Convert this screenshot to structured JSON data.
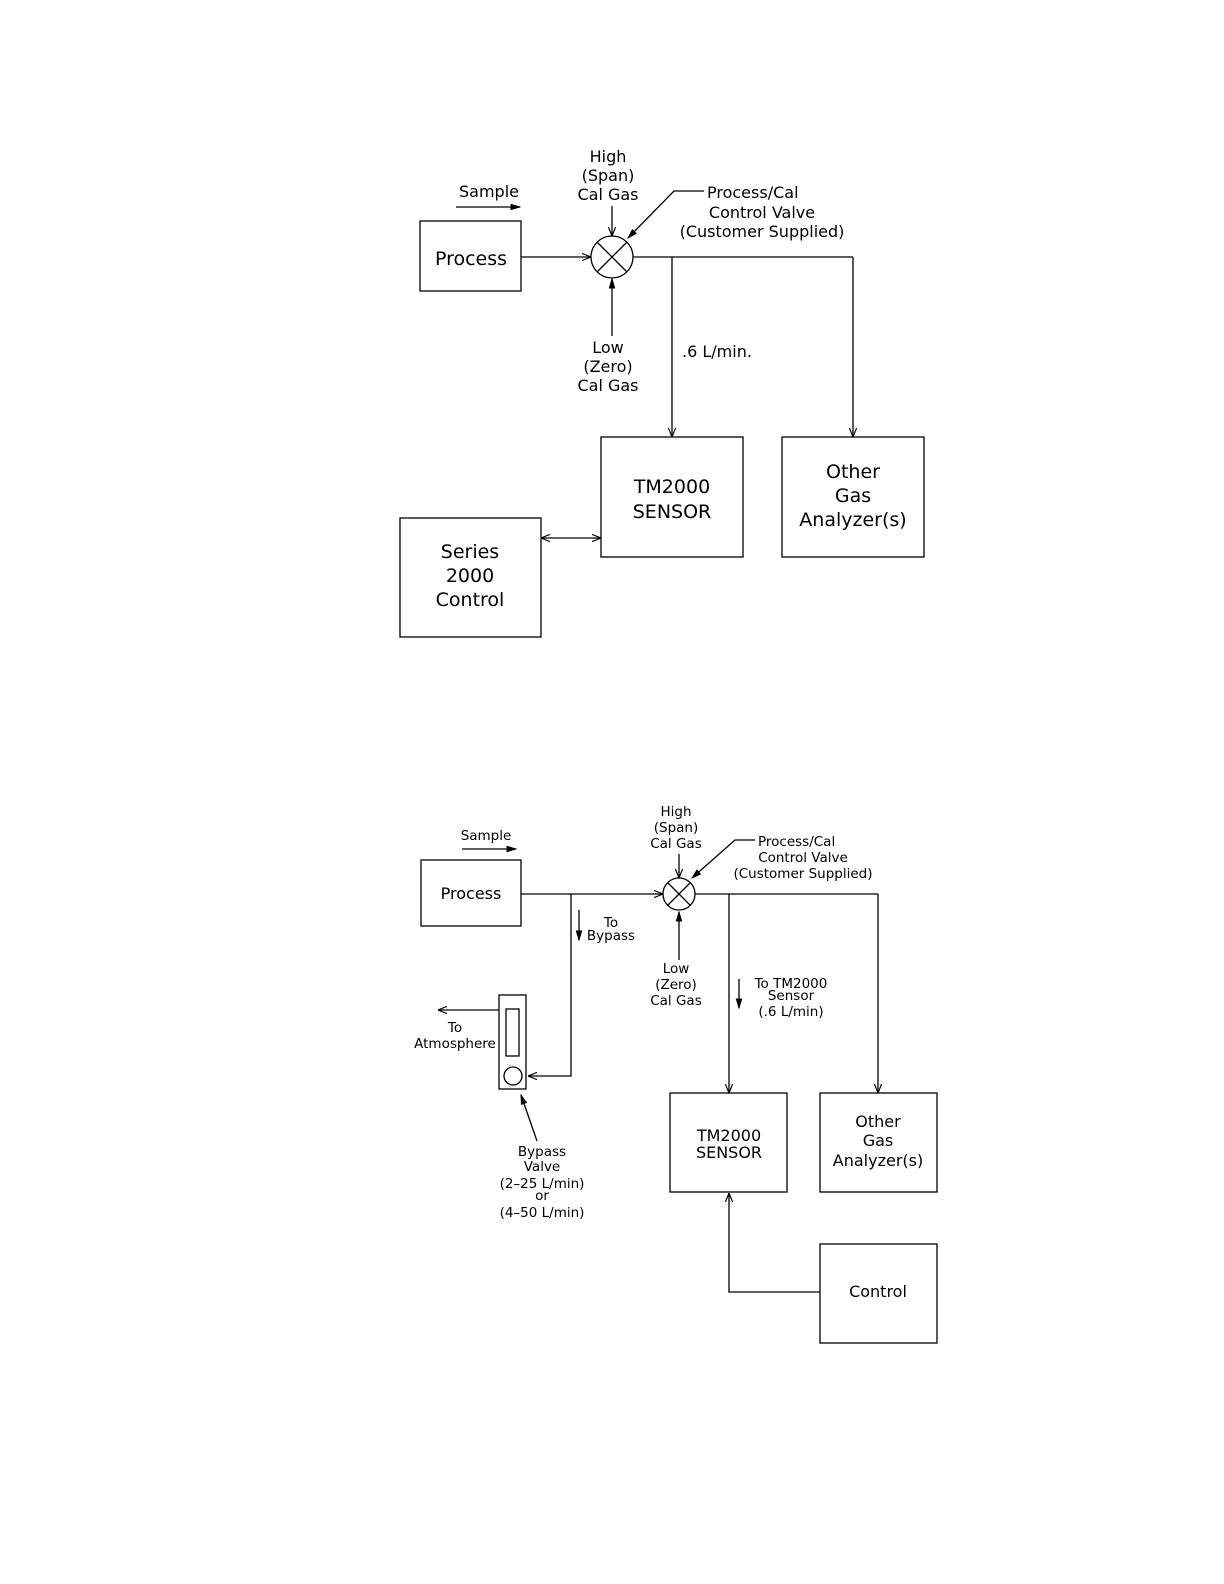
{
  "diagram1": {
    "sample_label": "Sample",
    "process_label": "Process",
    "high_lines": [
      "High",
      "(Span)",
      "Cal  Gas"
    ],
    "valve_lines": [
      "Process/Cal",
      "Control  Valve",
      "(Customer  Supplied)"
    ],
    "low_lines": [
      "Low",
      "(Zero)",
      "Cal  Gas"
    ],
    "flow_label": ".6  L/min.",
    "sensor_lines": [
      "TM2000",
      "SENSOR"
    ],
    "other_lines": [
      "Other",
      "Gas",
      "Analyzer(s)"
    ],
    "control_lines": [
      "Series",
      "2000",
      "Control"
    ]
  },
  "diagram2": {
    "sample_label": "Sample",
    "process_label": "Process",
    "bypass_lines": [
      "To",
      "Bypass"
    ],
    "high_lines": [
      "High",
      "(Span)",
      "Cal  Gas"
    ],
    "valve_lines": [
      "Process/Cal",
      "Control  Valve",
      "(Customer  Supplied)"
    ],
    "low_lines": [
      "Low",
      "(Zero)",
      "Cal  Gas"
    ],
    "to_sensor_lines": [
      "To  TM2000",
      "Sensor",
      "(.6  L/min)"
    ],
    "atmosphere_lines": [
      "To",
      "Atmosphere"
    ],
    "bypass_valve_lines": [
      "Bypass",
      "Valve",
      "(2–25  L/min)",
      "or",
      "(4–50  L/min)"
    ],
    "sensor_lines": [
      "TM2000",
      "SENSOR"
    ],
    "other_lines": [
      "Other",
      "Gas",
      "Analyzer(s)"
    ],
    "control_label": "Control"
  }
}
